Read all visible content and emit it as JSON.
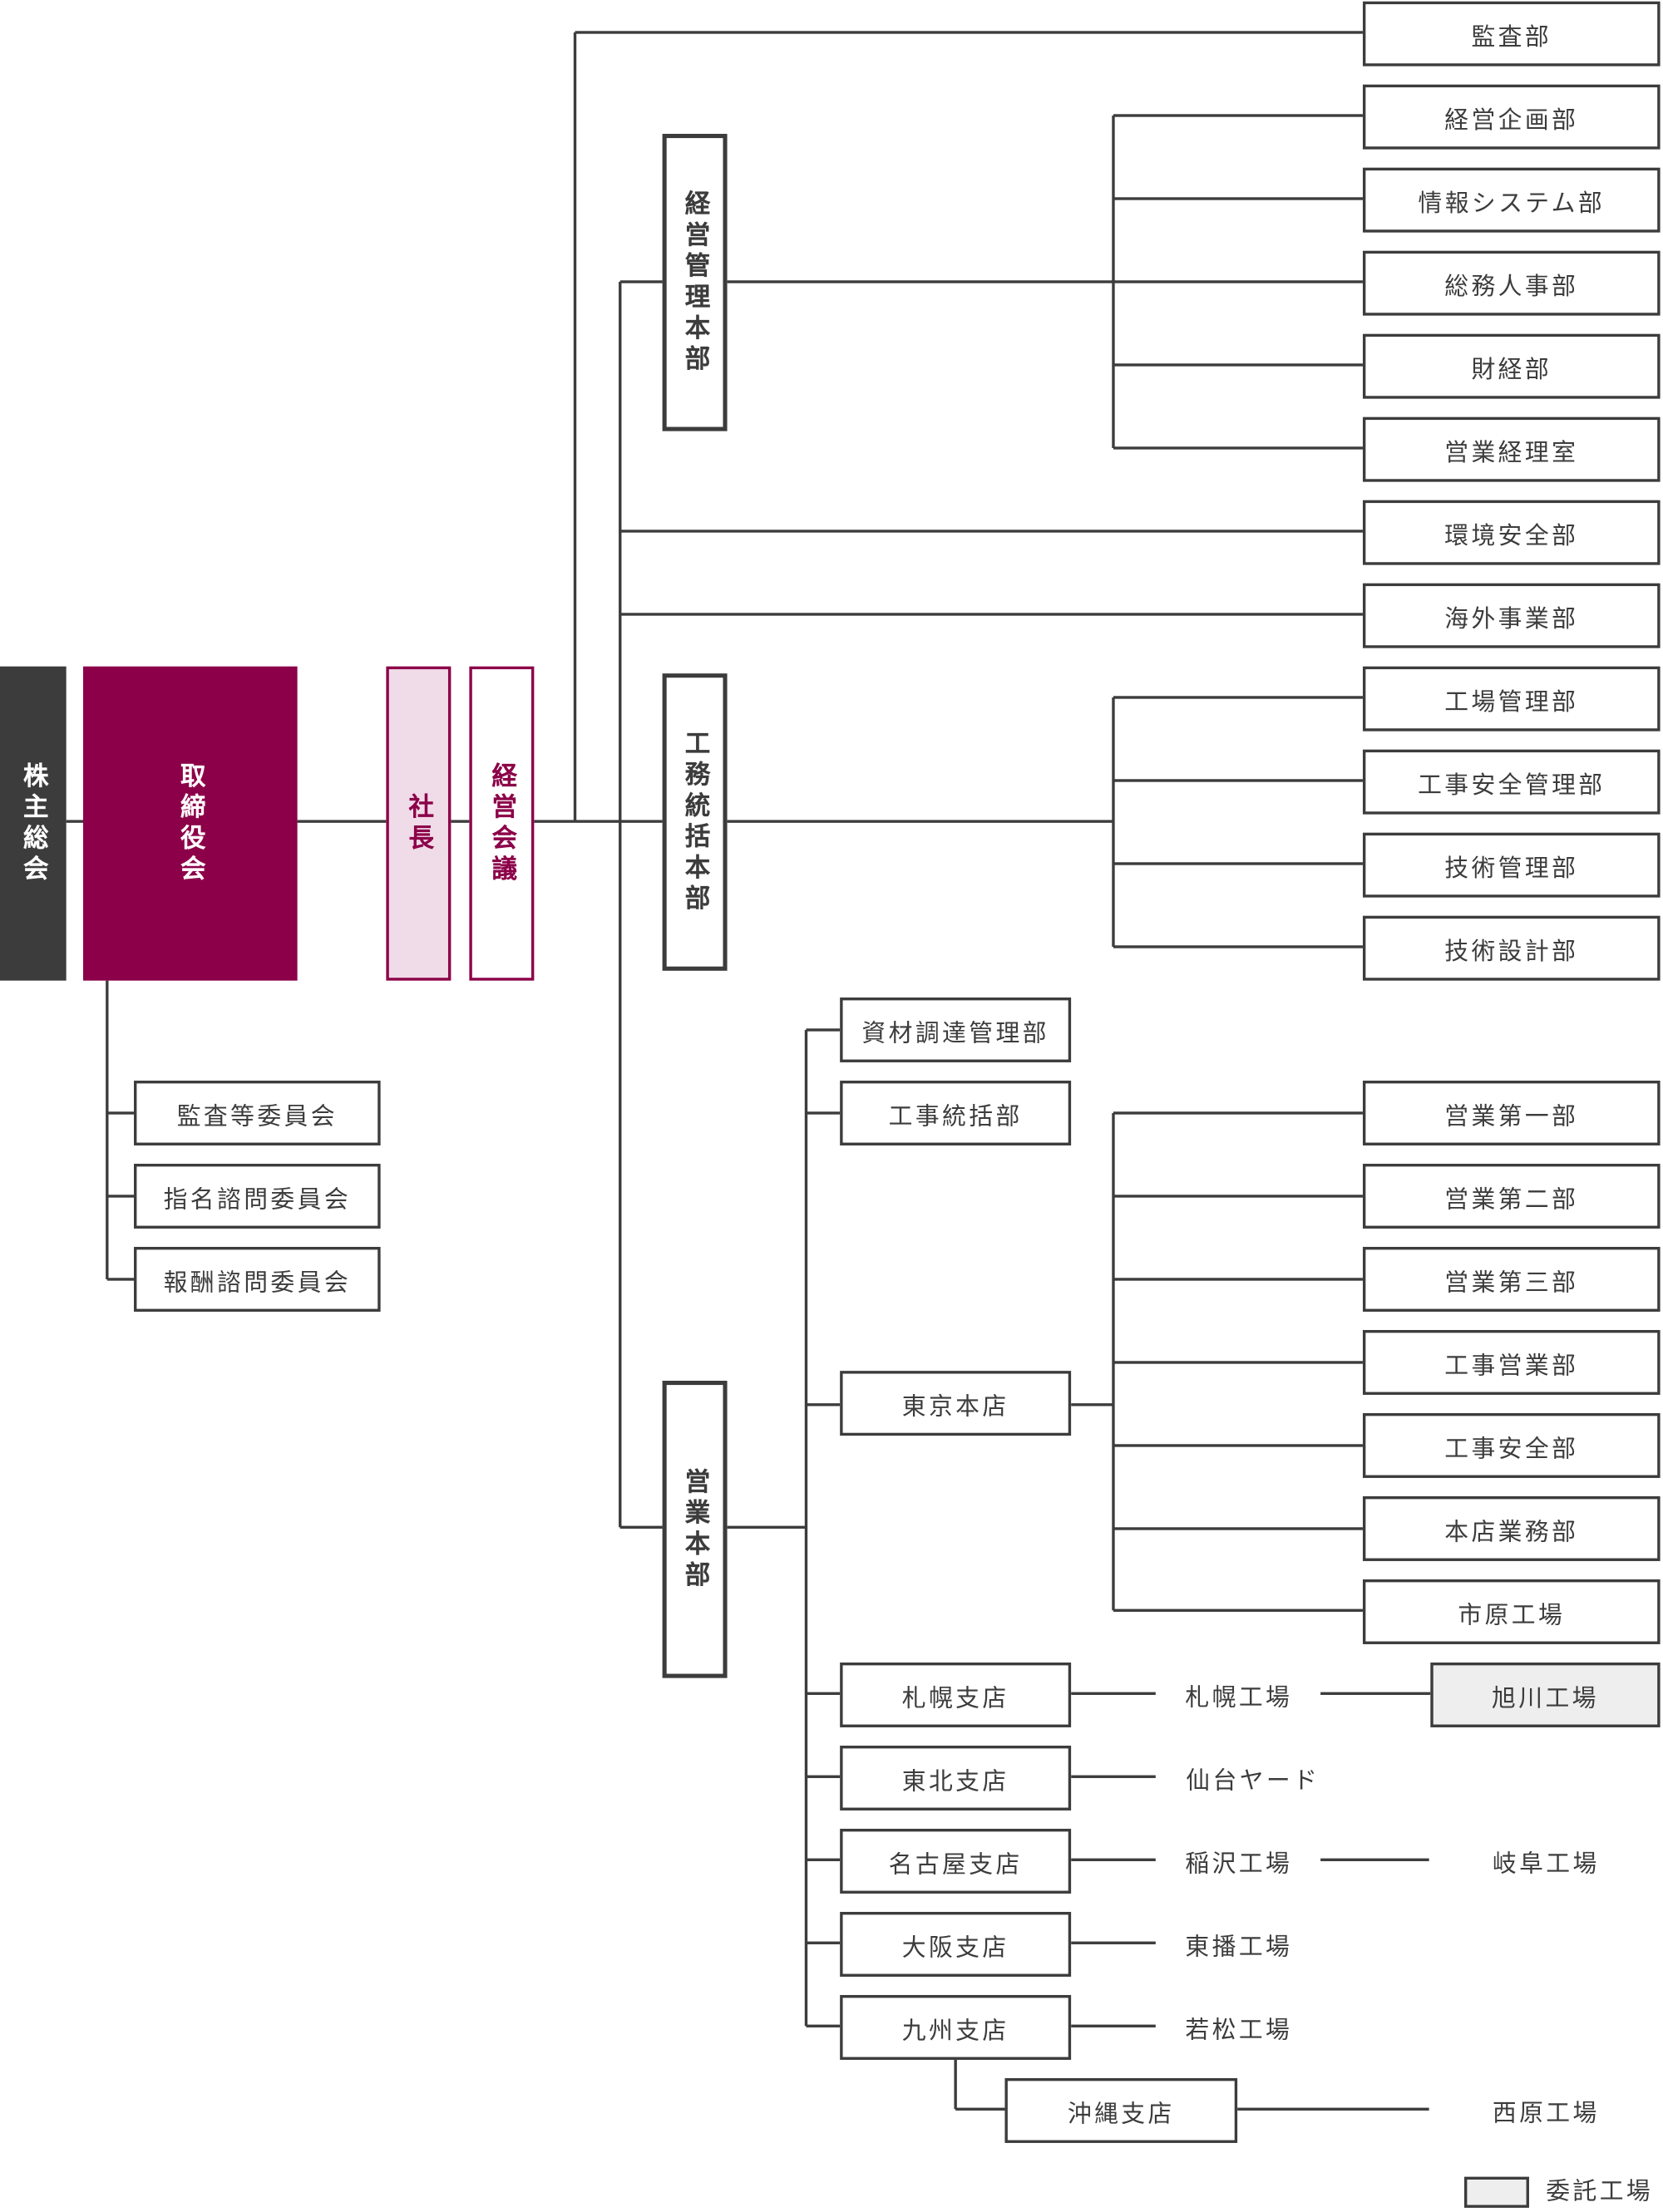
{
  "colors": {
    "dark": "#3c3c3c",
    "accent": "#8c0049",
    "president_fill": "#f0dbe8",
    "outsourced_fill": "#eeeeee"
  },
  "left": {
    "shareholders": "株主総会",
    "board": "取締役会",
    "president": "社長",
    "management_meeting": "経営会議"
  },
  "committees": [
    "監査等委員会",
    "指名諮問委員会",
    "報酬諮問委員会"
  ],
  "headquarters": {
    "management": "経営管理本部",
    "engineering": "工務統括本部",
    "sales": "営業本部"
  },
  "right_departments": [
    "監査部",
    "経営企画部",
    "情報システム部",
    "総務人事部",
    "財経部",
    "営業経理室",
    "環境安全部",
    "海外事業部",
    "工場管理部",
    "工事安全管理部",
    "技術管理部",
    "技術設計部"
  ],
  "sales_units": [
    "資材調達管理部",
    "工事統括部",
    "東京本店",
    "札幌支店",
    "東北支店",
    "名古屋支店",
    "大阪支店",
    "九州支店",
    "沖縄支店"
  ],
  "tokyo_departments": [
    "営業第一部",
    "営業第二部",
    "営業第三部",
    "工事営業部",
    "工事安全部",
    "本店業務部",
    "市原工場"
  ],
  "factories": {
    "sapporo": "札幌工場",
    "asahikawa": "旭川工場",
    "sendai": "仙台ヤード",
    "inazawa": "稲沢工場",
    "gifu": "岐阜工場",
    "tobanto": "東播工場",
    "wakamatsu": "若松工場",
    "nishihara": "西原工場"
  },
  "legend": {
    "outsourced_label": "委託工場"
  }
}
